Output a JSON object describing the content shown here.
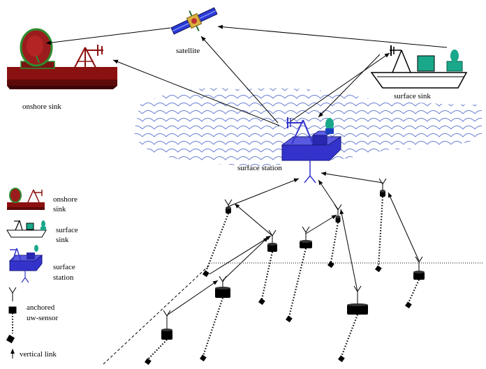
{
  "labels": {
    "satellite": "satellite",
    "onshore_sink": "onshore sink",
    "surface_sink": "surface sink",
    "surface_station": "surface station"
  },
  "legend": {
    "onshore_sink_1": "onshore",
    "onshore_sink_2": "sink",
    "surface_sink_1": "surface",
    "surface_sink_2": "sink",
    "surface_station_1": "surface",
    "surface_station_2": "station",
    "uw_sensor_1": "anchored",
    "uw_sensor_2": "uw-sensor",
    "vertical_link": "vertical link"
  },
  "colors": {
    "onshore_base": "#8b1010",
    "dish": "#9b1c1c",
    "dish_rim": "#2e8b2e",
    "station_blue": "#3333cc",
    "sea": "#6a7fd0",
    "sink_teal": "#1aa88a",
    "sensor": "#000000"
  },
  "icons": [
    "satellite-icon",
    "onshore-sink-icon",
    "surface-sink-icon",
    "surface-station-icon",
    "uw-sensor-icon",
    "antenna-icon",
    "arrow-icon"
  ]
}
